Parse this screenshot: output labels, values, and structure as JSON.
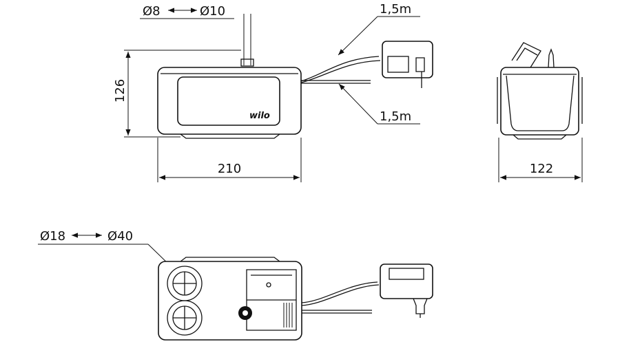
{
  "labels": {
    "pipe_diameter": {
      "from": "Ø8",
      "to": "Ø10"
    },
    "inlet_diameter": {
      "from": "Ø18",
      "to": "Ø40"
    },
    "cable_top": "1,5m",
    "cable_bottom": "1,5m",
    "height": "126",
    "width": "210",
    "depth": "122",
    "brand": "wilo"
  }
}
